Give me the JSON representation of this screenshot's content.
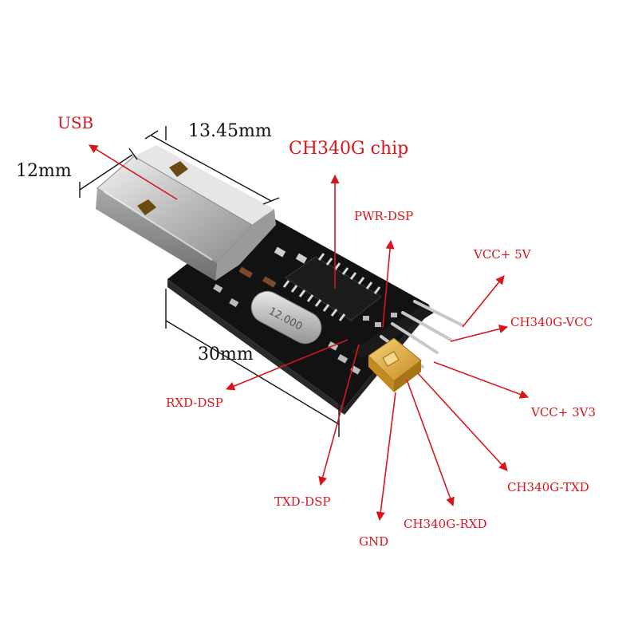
{
  "labels": {
    "usb": "USB",
    "chip": "CH340G chip",
    "pwr_dsp": "PWR-DSP",
    "vcc_5v": "VCC+ 5V",
    "ch340g_vcc": "CH340G-VCC",
    "vcc_3v3": "VCC+ 3V3",
    "ch340g_txd": "CH340G-TXD",
    "ch340g_rxd": "CH340G-RXD",
    "gnd": "GND",
    "txd_dsp": "TXD-DSP",
    "rxd_dsp": "RXD-DSP"
  },
  "dimensions": {
    "width": "13.45mm",
    "height": "12mm",
    "length": "30mm"
  },
  "crystal_marking": "12.000",
  "colors": {
    "annotation": "#d8151b",
    "dimension": "#111111",
    "pcb": "#141414",
    "jumper": "#e3b34a",
    "metal": "#c9c9c9"
  }
}
